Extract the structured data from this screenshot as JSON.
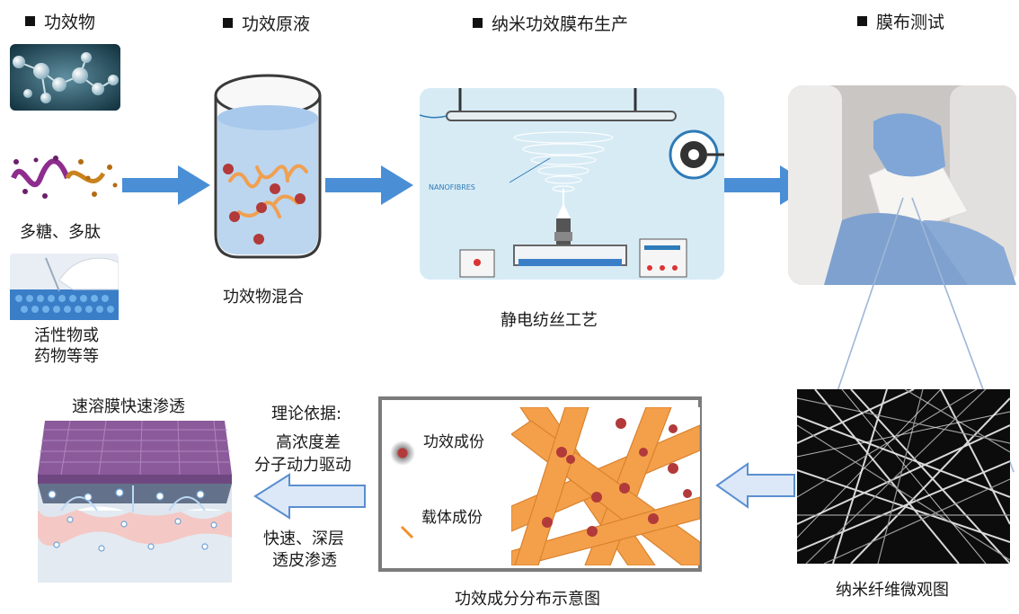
{
  "headers": [
    "功效物",
    "功效原液",
    "纳米功效膜布生产",
    "膜布测试"
  ],
  "source_labels": {
    "polysaccharide_peptide": "多糖、多肽",
    "active_substance_line1": "活性物或",
    "active_substance_line2": "药物等等"
  },
  "stage_labels": {
    "mixing": "功效物混合",
    "electrospinning": "静电纺丝工艺",
    "nanofibre_tag": "NANOFIBRES",
    "microscope": "纳米纤维微观图",
    "distribution": "功效成分分布示意图",
    "fast_dissolve": "速溶膜快速渗透"
  },
  "legend": {
    "active_component": "功效成份",
    "carrier_component": "载体成份"
  },
  "theory": {
    "title": "理论依据:",
    "line1": "高浓度差",
    "line2": "分子动力驱动",
    "line3": "快速、深层",
    "line4": "透皮渗透"
  },
  "colors": {
    "arrow_blue": "#4a8fd6",
    "arrow_light_fill": "#dce8f8",
    "arrow_light_stroke": "#5a8fd0",
    "fiber_orange": "#f4a04a",
    "particle_red": "#b23a3a",
    "membrane_purple": "#8a5a9a"
  }
}
